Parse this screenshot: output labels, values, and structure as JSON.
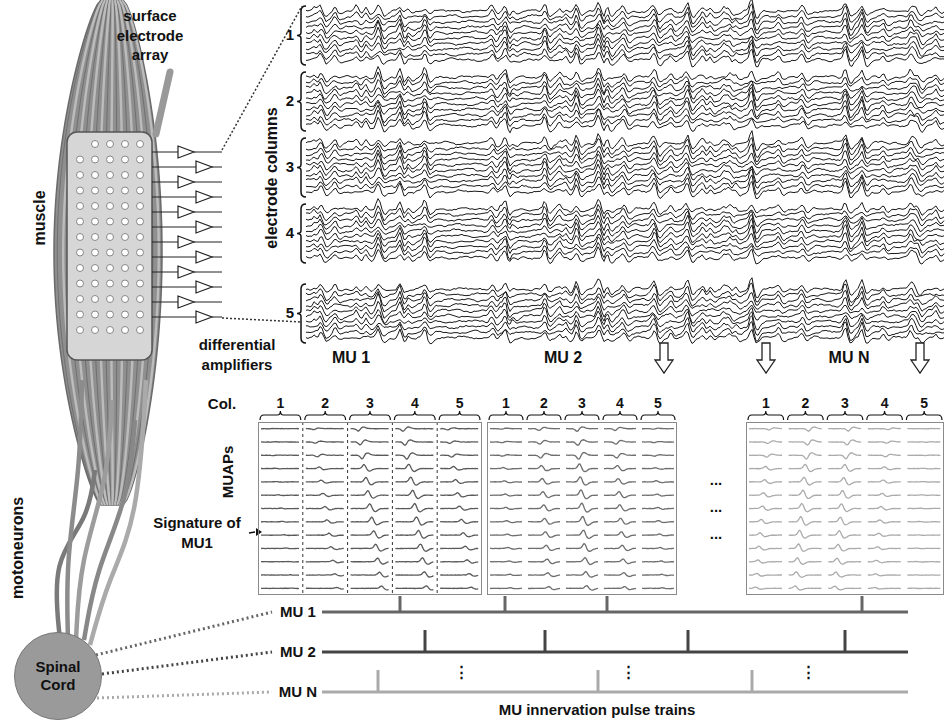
{
  "diagram": {
    "nodes": [
      {
        "text": [
          "Spinal Cord"
        ]
      },
      {
        "text": [
          "MU 1"
        ]
      },
      {
        "text": [
          "MU 2"
        ]
      },
      {
        "text": [
          "MU N"
        ]
      }
    ],
    "labels": [
      "surface electrode array",
      "muscle",
      "differential amplifiers",
      "motoneurons",
      "electrode columns",
      "1",
      "2",
      "3",
      "4",
      "5",
      "Col.",
      "1",
      "2",
      "3",
      "4",
      "5",
      "1",
      "2",
      "3",
      "4",
      "5",
      "1",
      "2",
      "3",
      "4",
      "5",
      "MUAPs",
      "Signature of MU1",
      "...",
      "...",
      "...",
      "MU 1",
      "MU 2",
      "MU N",
      "⋮",
      "⋮",
      "⋮",
      "MU innervation pulse trains"
    ]
  }
}
